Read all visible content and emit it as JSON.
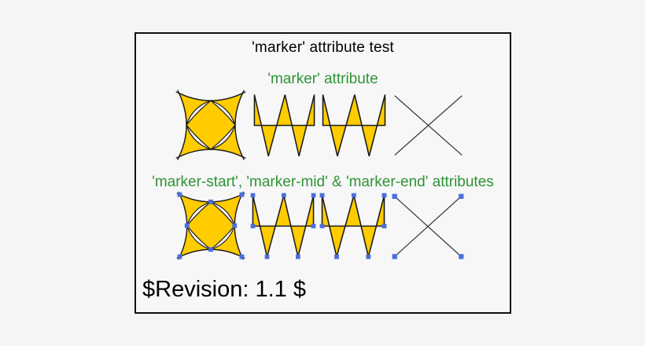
{
  "title": "'marker' attribute test",
  "sections": [
    {
      "heading": "'marker' attribute",
      "shapes": [
        "pillow-curves",
        "zigzag-wave",
        "zigzag-wave",
        "crossed-lines"
      ],
      "has_vertex_markers": false
    },
    {
      "heading": "'marker-start', 'marker-mid' & 'marker-end' attributes",
      "shapes": [
        "pillow-curves",
        "zigzag-wave",
        "zigzag-wave",
        "crossed-lines"
      ],
      "has_vertex_markers": true
    }
  ],
  "revision": "$Revision: 1.1 $",
  "colors": {
    "canvas_bg": "#f5f5f6",
    "frame_bg": "#f7f7f8",
    "frame_border": "#111111",
    "title_text": "#000000",
    "heading_green": "#2e9434",
    "shape_yellow": "#ffcc00",
    "shape_stroke": "#1b1b1b",
    "sliver_white": "#ffffff",
    "cross_line": "#3a3a3a",
    "marker_blue": "#4a6fd9"
  }
}
